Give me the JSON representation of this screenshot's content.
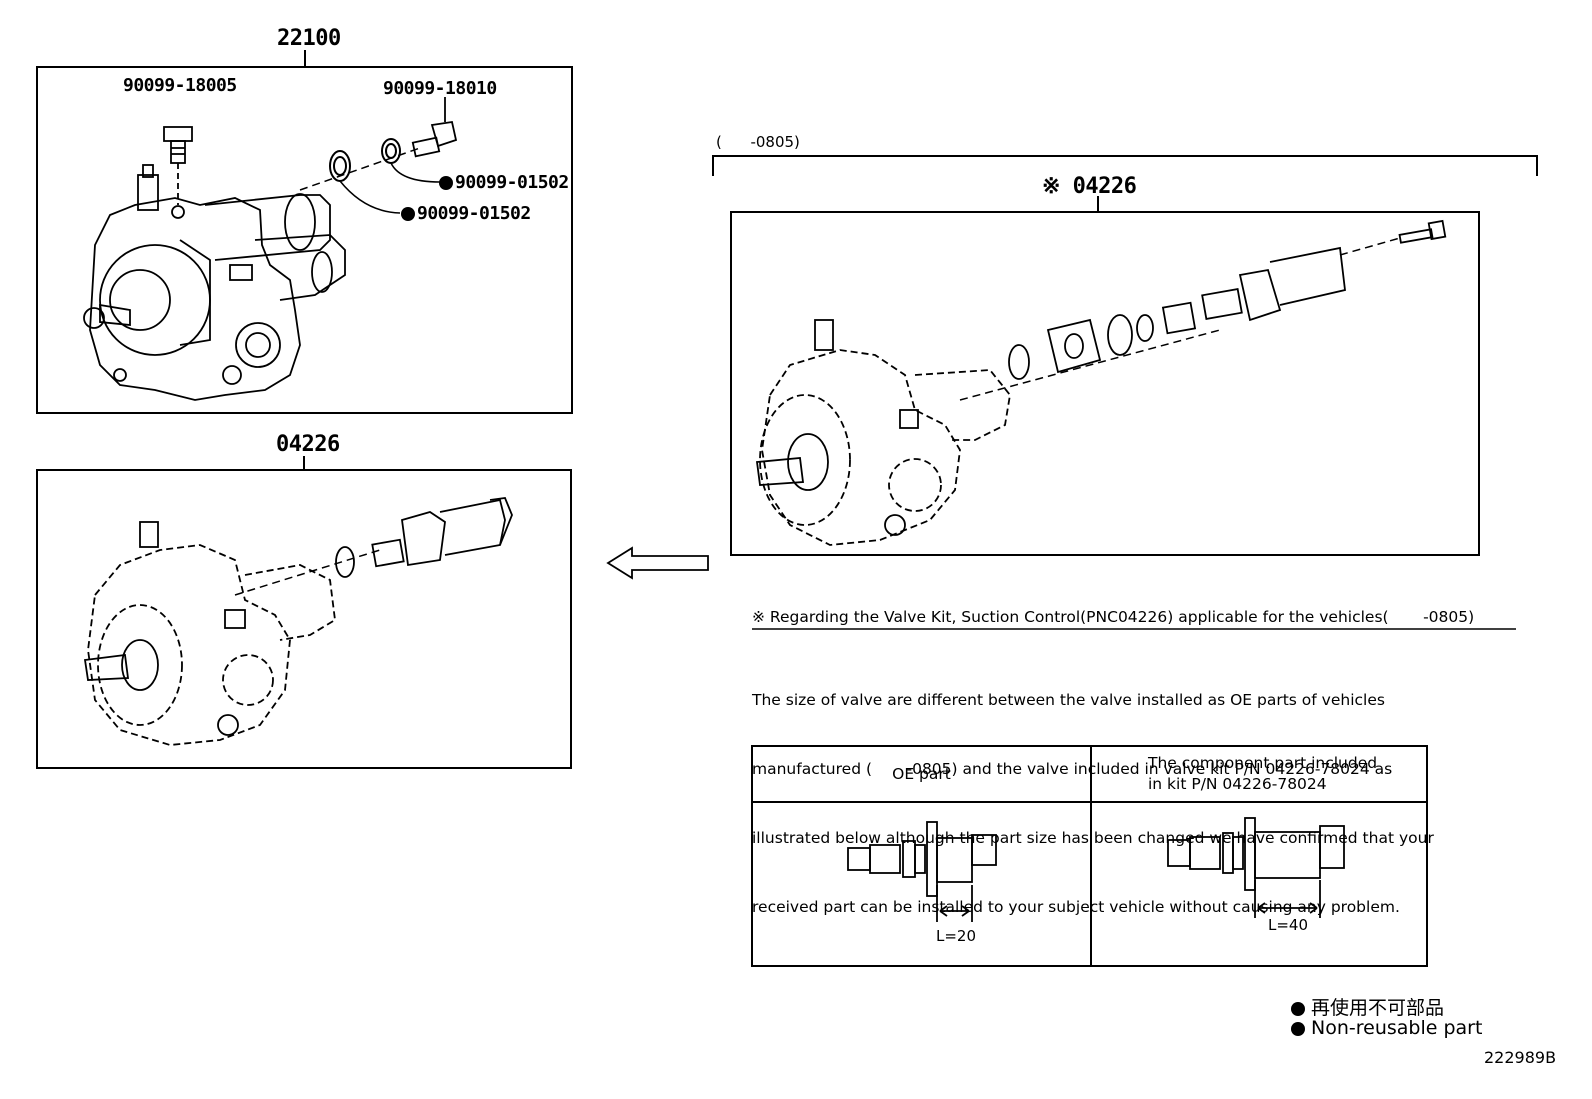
{
  "diagram": {
    "main_assembly": {
      "part_number": "22100",
      "callouts": {
        "bolt_left": "90099-18005",
        "bolt_right": "90099-18010",
        "washer_outer": "90099-01502",
        "washer_inner": "90099-01502"
      }
    },
    "lower_assembly": {
      "part_number": "04226"
    },
    "right_assembly": {
      "date_range": "(      -0805)",
      "part_number": "※ 04226"
    },
    "note": {
      "heading": "※ Regarding the Valve Kit, Suction Control(PNC04226) applicable for the vehicles(       -0805)",
      "body_lines": [
        "The size of valve are different between the valve installed as OE parts of vehicles",
        "manufactured (       -0805) and the valve included in valve kit P/N 04226-78024 as",
        "illustrated below although the part size has been changed we have confirmed that your",
        "received part can be installed to your subject vehicle without causing any problem."
      ]
    },
    "comparison": {
      "col_oe": "OE part",
      "col_kit_line1": "The component part included",
      "col_kit_line2": "in kit P/N 04226-78024",
      "oe_length": "L=20",
      "kit_length": "L=40"
    },
    "legend": {
      "jp": "再使用不可部品",
      "en": "Non-reusable part"
    },
    "illustration_id": "222989B"
  }
}
